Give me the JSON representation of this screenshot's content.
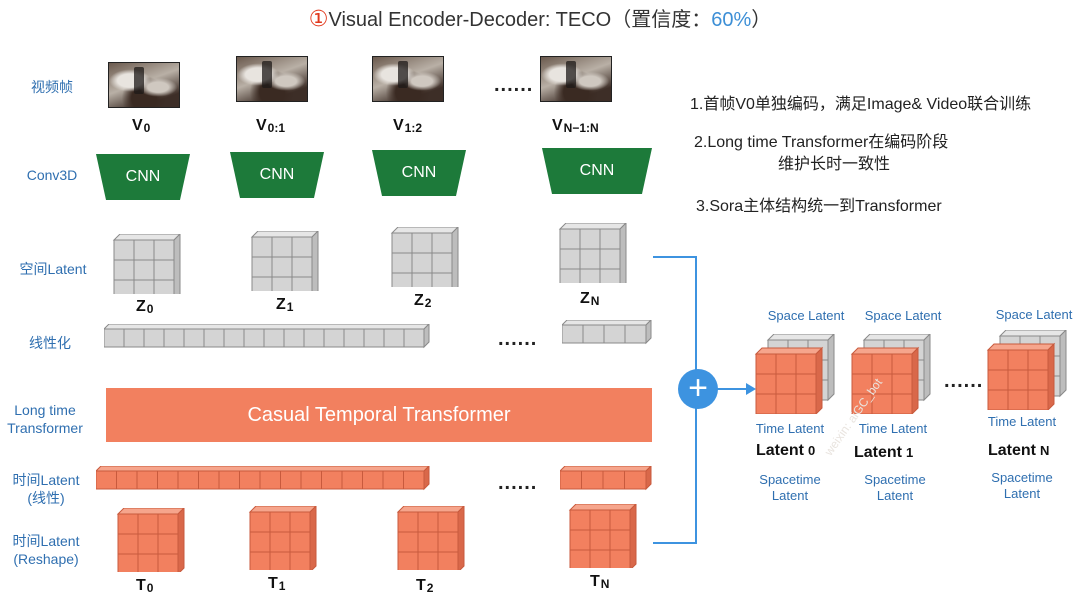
{
  "title": {
    "num": "①",
    "text": "Visual Encoder-Decoder: TECO（置信度：",
    "pct": "60%",
    "close": "）"
  },
  "row_labels": {
    "frames": "视频帧",
    "conv3d": "Conv3D",
    "space_latent": "空间Latent",
    "linear": "线性化",
    "lt_line1": "Long time",
    "lt_line2": "Transformer",
    "tl_linear_line1": "时间Latent",
    "tl_linear_line2": "(线性)",
    "tl_reshape_line1": "时间Latent",
    "tl_reshape_line2": "(Reshape)"
  },
  "frames": [
    {
      "main": "V",
      "sub": "0"
    },
    {
      "main": "V",
      "sub": "0:1"
    },
    {
      "main": "V",
      "sub": "1:2"
    },
    {
      "main": "V",
      "sub": "N−1:N"
    }
  ],
  "cnn_label": "CNN",
  "z_labels": [
    {
      "main": "Z",
      "sub": "0"
    },
    {
      "main": "Z",
      "sub": "1"
    },
    {
      "main": "Z",
      "sub": "2"
    },
    {
      "main": "Z",
      "sub": "N"
    }
  ],
  "t_labels": [
    {
      "main": "T",
      "sub": "0"
    },
    {
      "main": "T",
      "sub": "1"
    },
    {
      "main": "T",
      "sub": "2"
    },
    {
      "main": "T",
      "sub": "N"
    }
  ],
  "ellipsis": "......",
  "transformer_label": "Casual Temporal Transformer",
  "notes": [
    "1.首帧V0单独编码，满足Image& Video联合训练",
    "2.Long time Transformer在编码阶段",
    "维护长时一致性",
    "3.Sora主体结构统一到Transformer"
  ],
  "plus_symbol": "+",
  "right_panel": {
    "space_latent": "Space Latent",
    "time_latent": "Time Latent",
    "spacetime_line1": "Spacetime",
    "spacetime_line2": "Latent",
    "latents": [
      {
        "main": "Latent",
        "sub": "0"
      },
      {
        "main": "Latent",
        "sub": "1"
      },
      {
        "main": "Latent",
        "sub": "N"
      }
    ]
  },
  "watermark": "weixin: aiGC_bot",
  "colors": {
    "cnn_green": "#1d7a3a",
    "orange": "#f2805f",
    "gray_cube": "#d4d4d4",
    "blue": "#3d93e0",
    "label_blue": "#2f6fb0"
  }
}
